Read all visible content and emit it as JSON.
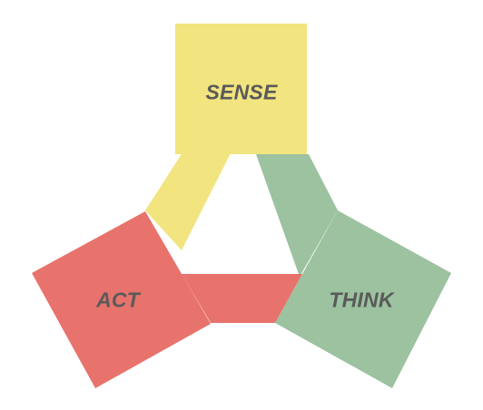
{
  "diagram": {
    "nodes": [
      {
        "id": "sense",
        "label": "SENSE",
        "color": "#F2E47F"
      },
      {
        "id": "think",
        "label": "THINK",
        "color": "#9CC2A0"
      },
      {
        "id": "act",
        "label": "ACT",
        "color": "#E8736C"
      }
    ],
    "background": "#FFFFFF",
    "text_color": "#5A5A5A"
  }
}
